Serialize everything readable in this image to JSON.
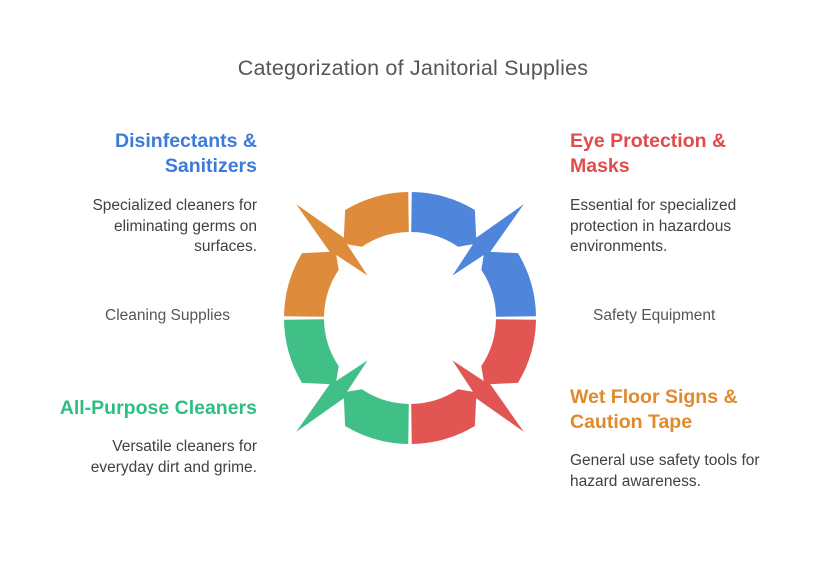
{
  "title": "Categorization of Janitorial Supplies",
  "diagram": {
    "left_label": "Cleaning Supplies",
    "right_label": "Safety Equipment",
    "segments": [
      {
        "id": "top-right",
        "category": "Safety Equipment",
        "color": "#4F86DB",
        "start": 0
      },
      {
        "id": "bottom-right",
        "category": "Safety Equipment",
        "color": "#E15653",
        "start": 90
      },
      {
        "id": "bottom-left",
        "category": "Cleaning Supplies",
        "color": "#40BF86",
        "start": 180
      },
      {
        "id": "top-left",
        "category": "Cleaning Supplies",
        "color": "#DE8B3C",
        "start": 270
      }
    ]
  },
  "sections": {
    "top_left": {
      "heading": "Disinfectants &\nSanitizers",
      "body": "Specialized cleaners for\neliminating germs on\nsurfaces.",
      "color": "#3D7BDA"
    },
    "top_right": {
      "heading": "Eye Protection &\nMasks",
      "body": "Essential for specialized\nprotection in hazardous\nenvironments.",
      "color": "#E04B4D"
    },
    "bottom_left": {
      "heading": "All-Purpose Cleaners",
      "body": "Versatile cleaners for\neveryday dirt and grime.",
      "color": "#2FBE81"
    },
    "bottom_right": {
      "heading": "Wet Floor Signs &\nCaution Tape",
      "body": "General use safety tools for\nhazard awareness.",
      "color": "#E08A2E"
    }
  }
}
